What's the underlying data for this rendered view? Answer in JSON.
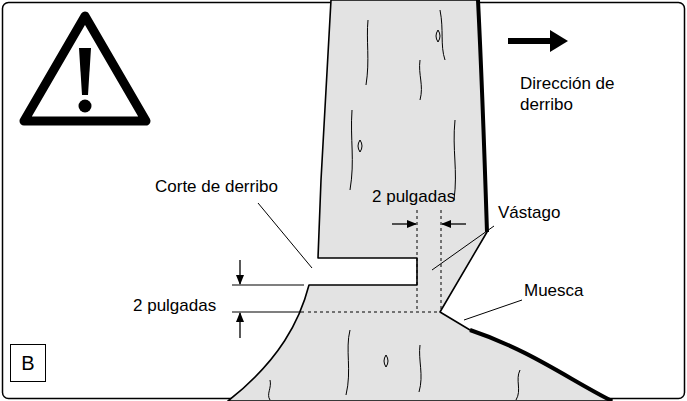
{
  "diagram": {
    "nodes": [
      {
        "text": [
          "B"
        ]
      }
    ],
    "labels": [
      "Dirección de derribo",
      "Corte de derribo",
      "2 pulgadas",
      "2 pulgadas",
      "Vástago",
      "Muesca"
    ]
  }
}
